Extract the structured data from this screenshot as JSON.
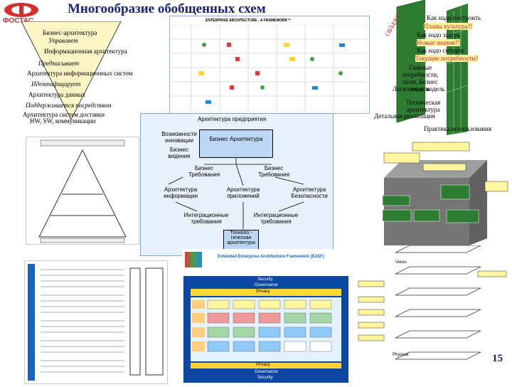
{
  "header": {
    "logo_text": "ФОСТАС",
    "title": "Многообразие обобщенных схем"
  },
  "pyramid": {
    "l1": "Бизнес-архитектура",
    "l2": "Управляет",
    "l3": "Информационная архитектура",
    "l4": "Предписывает",
    "l5": "Архитектура информационных систем",
    "l6": "Идентифицирует",
    "l7": "Архитектура данных",
    "l8": "Поддерживается посредством",
    "l9": "Архитектура систем доставки",
    "l10": "HW, SW, коммуникации"
  },
  "framework": {
    "title": "ENTERPRISE ARCHITECTURE - A FRAMEWORK™"
  },
  "enterprise": {
    "title": "Архитектура предприятия",
    "opportunities": "Возможности инновации",
    "business_vision": "Бизнес видение",
    "business_arch": "Бизнес Архитектура",
    "req_left": "Бизнес Требования",
    "req_right": "Бизнес Требования",
    "info_arch": "Архитектура информации",
    "app_arch": "Архитектура приложений",
    "sec_arch": "Архитектура Безопасности",
    "int_left": "Интеграционные требования",
    "int_right": "Интеграционные требования",
    "tech_arch": "Техноло - гическая архитектура"
  },
  "cube": {
    "r1": "Как надо построить",
    "r2": "Планы культура?!",
    "r3": "Как надо завтра",
    "r4": "Новые знания?!",
    "r5": "Как надо сегодня",
    "r6": "Текущие потребности?",
    "top_label": "ОБЪЕКТ",
    "main_goals": "Главные потребности, цели, Бизнес модель",
    "logic": "Логическая модель",
    "tech_arch": "Техническая архитектура",
    "detail": "Детальная реализация",
    "practice": "Практика использования"
  },
  "eaf": {
    "title": "Extended Enterprise Architecture Framework (E2AF)",
    "security": "Security",
    "governance": "Governance",
    "privacy": "Privacy"
  },
  "layers": {
    "views": "Views",
    "physical": "Physical"
  },
  "page_number": "15"
}
